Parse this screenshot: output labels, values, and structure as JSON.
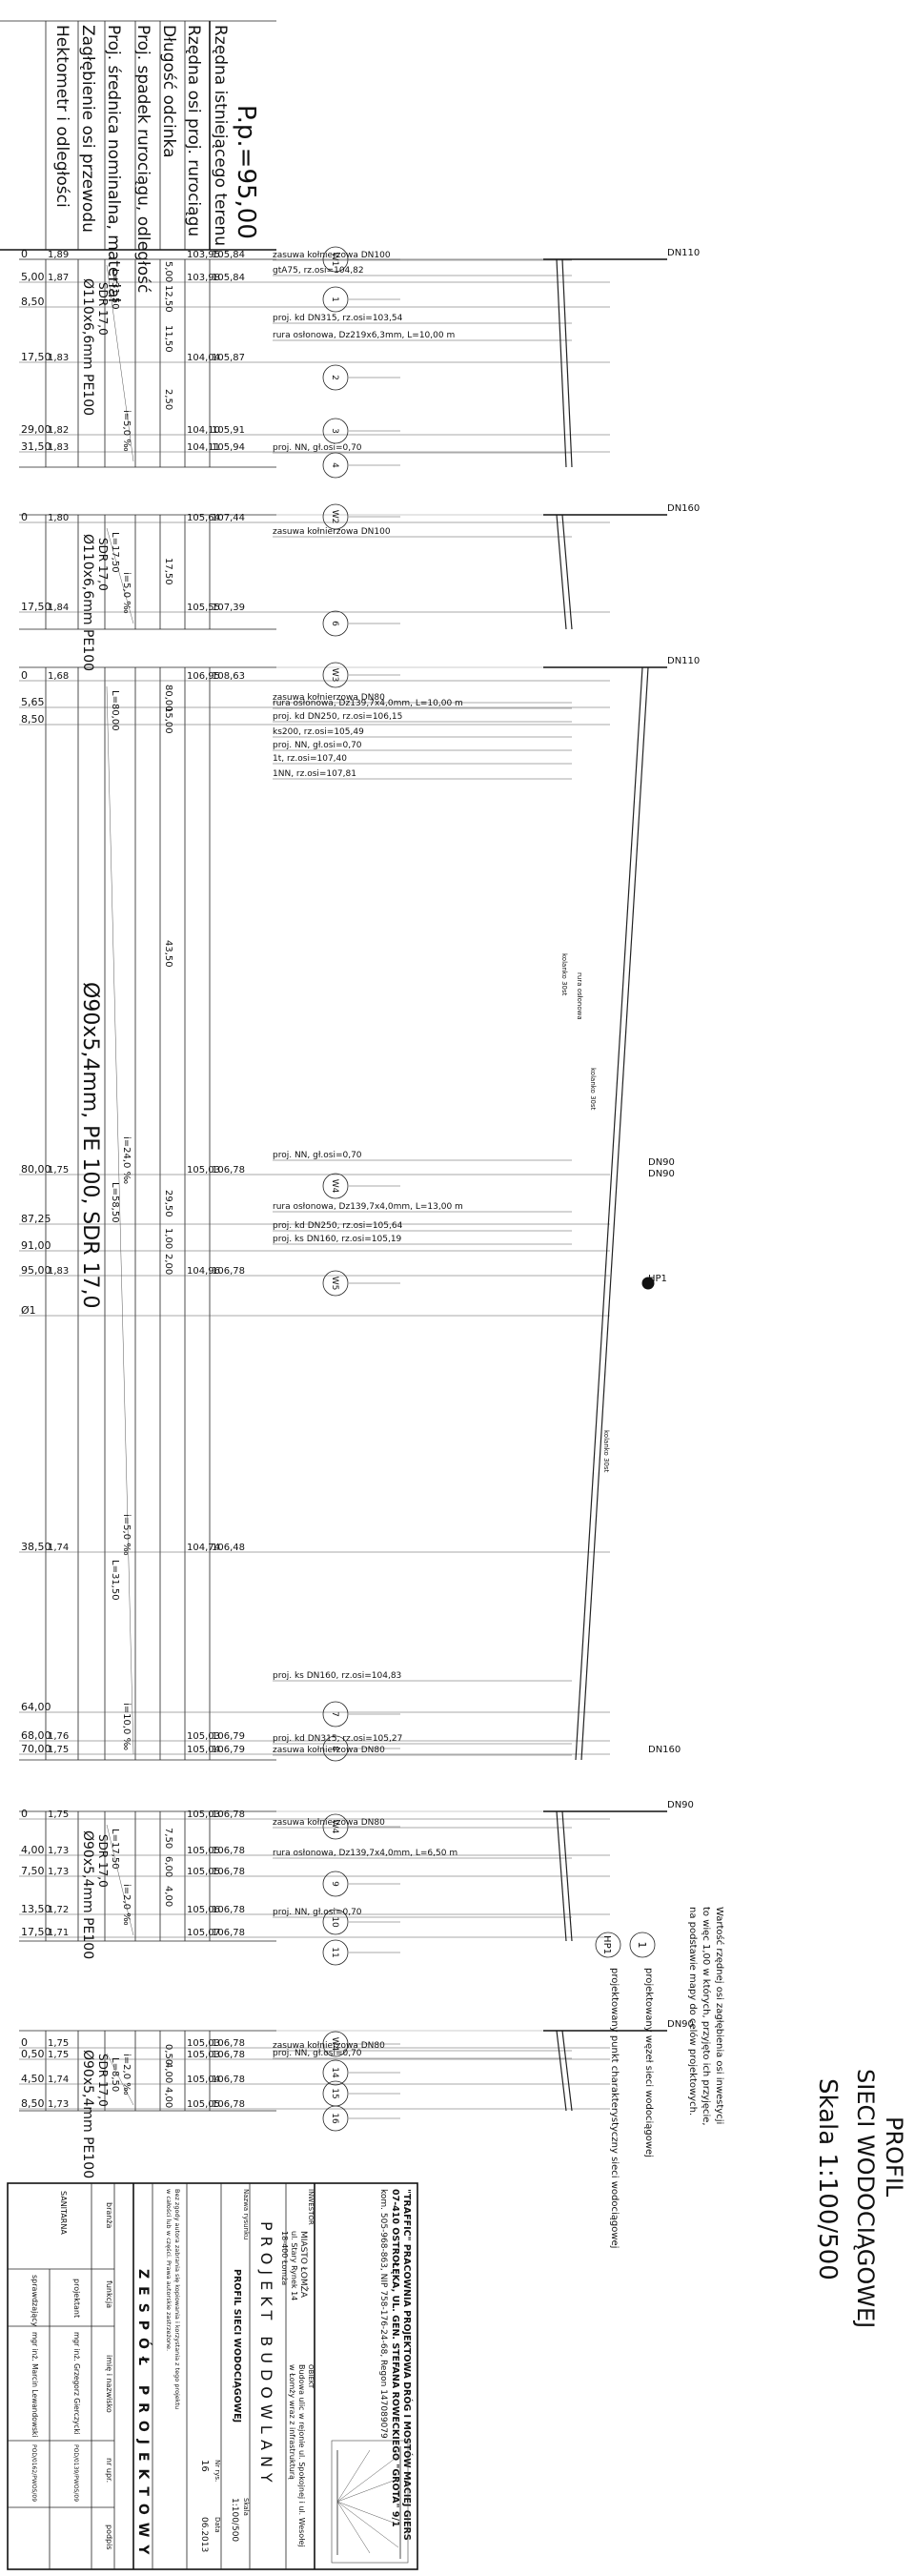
{
  "legend_labels": [
    "Rzędna istniejącego terenu",
    "Rzędna osi proj. rurociągu",
    "Długość odcinka",
    "Proj. spadek rurociągu, odległość",
    "Proj. średnica nominalna, materiał",
    "Zagłębienie osi przewodu",
    "Hektometr i odległości"
  ],
  "datum": "P.p.=95,00",
  "title": {
    "line1": "PROFIL",
    "line2": "SIECI WODOCIĄGOWEJ",
    "scale": "Skala 1:100/500"
  },
  "note": [
    "Wartość rzędnej osi zagłębienia osi inwestycji",
    "to więc 1,00 w których, przyjęto ich przyjęcie,",
    "na podstawie mapy do celów projektowych."
  ],
  "symbols": [
    {
      "mark": "1",
      "text": "projektowany węzeł sieci wodociągowej"
    },
    {
      "mark": "HP1",
      "text": "projektowany punkt charakterystyczny sieci wodociągowej"
    }
  ],
  "segments": [
    {
      "top_label": "DN110",
      "stations": [
        "0",
        "5,00",
        "8,50",
        "17,50",
        "29,00",
        "31,50"
      ],
      "depth": [
        "1,89",
        "1,87",
        "",
        "1,83",
        "1,82",
        "1,83"
      ],
      "axis": [
        "103,95",
        "103,98",
        "",
        "104,04",
        "104,10",
        "104,11"
      ],
      "terrain": [
        "105,84",
        "105,84",
        "",
        "105,87",
        "105,91",
        "105,94"
      ],
      "lengths": [
        "5,00",
        "12,50",
        "11,50",
        "2,50"
      ],
      "slope": "L=31,50",
      "slope2": "i=5,0 ‰",
      "diameter": "Ø110x6,6mm PE100",
      "sdr": "SDR 17,0",
      "nodes": [
        "W1",
        "1",
        "2",
        "3",
        "4"
      ],
      "annotations": [
        "zasuwa kołnierzowa DN100",
        "gtA75, rz.osi=104,82",
        "proj. kd DN315, rz.osi=103,54",
        "rura osłonowa, Dz219x6,3mm, L=10,00 m",
        "proj. NN, gł.osi=0,70"
      ]
    },
    {
      "top_label": "DN160",
      "stations": [
        "0",
        "17,50"
      ],
      "depth": [
        "1,80",
        "1,84"
      ],
      "axis": [
        "105,64",
        "105,55"
      ],
      "terrain": [
        "107,44",
        "107,39"
      ],
      "lengths": [
        "17,50"
      ],
      "slope": "L=17,50",
      "slope2": "i=5,0 ‰",
      "diameter": "Ø110x6,6mm PE100",
      "sdr": "SDR 17,0",
      "nodes": [
        "W2",
        "6"
      ],
      "annotations": [
        "zasuwa kołnierzowa DN100"
      ]
    },
    {
      "top_label": "DN110",
      "stations": [
        "0",
        "5,65",
        "8,50",
        "80,00",
        "87,25",
        "91,00",
        "95,00",
        "Ø1",
        "38,50",
        "64,00",
        "68,00",
        "70,00"
      ],
      "depth": [
        "1,68",
        "",
        "",
        "1,75",
        "",
        "",
        "1,83",
        "",
        "1,74",
        "",
        "1,76",
        "1,75"
      ],
      "axis": [
        "106,95",
        "",
        "",
        "105,03",
        "",
        "",
        "104,96",
        "",
        "104,74",
        "",
        "105,03",
        "105,04"
      ],
      "terrain": [
        "108,63",
        "",
        "",
        "106,78",
        "",
        "",
        "106,78",
        "",
        "106,48",
        "",
        "106,79",
        "106,79"
      ],
      "lengths": [
        "80,00",
        "15,00",
        "43,50",
        "29,50",
        "1,00",
        "2,00"
      ],
      "slope": "L=80,00",
      "slope_b": "L=58,50",
      "slope_c": "L=31,50",
      "i1": "i=24,0 ‰",
      "i2": "i=5,0 ‰",
      "i3": "i=10,0 ‰",
      "diameter": "Ø90x5,4mm, PE 100, SDR 17,0",
      "nodes": [
        "W3",
        "W4",
        "W5",
        "7",
        "8"
      ],
      "annotations": [
        "zasuwa kołnierzowa DN80",
        "rura osłonowa, Dz139,7x4,0mm, L=10,00 m",
        "proj. kd DN250, rz.osi=106,15",
        "ks200, rz.osi=105,49",
        "proj. NN, gł.osi=0,70",
        "1t, rz.osi=107,40",
        "1NN, rz.osi=107,81",
        "proj. NN, gł.osi=0,70",
        "rura osłonowa, Dz139,7x4,0mm, L=13,00 m",
        "proj. kd DN250, rz.osi=105,64",
        "proj. ks DN160, rz.osi=105,19",
        "proj. ks DN160, rz.osi=104,83",
        "proj. kd DN315, rz.osi=105,27",
        "zasuwa kołnierzowa DN80"
      ],
      "right_labels": [
        "DN90",
        "DN90",
        "HP1",
        "DN160"
      ],
      "vert_labels": [
        "kolanko 30st",
        "rura osłonowa",
        "kolanko 30st",
        "kolanko 30st"
      ]
    },
    {
      "top_label": "DN90",
      "stations": [
        "0",
        "4,00",
        "7,50",
        "13,50",
        "17,50"
      ],
      "depth": [
        "1,75",
        "1,73",
        "1,73",
        "1,72",
        "1,71"
      ],
      "axis": [
        "105,03",
        "105,05",
        "105,05",
        "105,06",
        "105,07"
      ],
      "terrain": [
        "106,78",
        "106,78",
        "106,78",
        "106,78",
        "106,78"
      ],
      "lengths": [
        "7,50",
        "6,00",
        "4,00"
      ],
      "slope": "L=17,50",
      "slope2": "i=2,0 ‰",
      "diameter": "Ø90x5,4mm PE100",
      "sdr": "SDR 17,0",
      "nodes": [
        "W4",
        "9",
        "10",
        "11"
      ],
      "annotations": [
        "zasuwa kołnierzowa DN80",
        "rura osłonowa, Dz139,7x4,0mm, L=6,50 m",
        "proj. NN, gł.osi=0,70"
      ]
    },
    {
      "top_label": "DN90",
      "stations": [
        "0",
        "0,50",
        "4,50",
        "8,50"
      ],
      "depth": [
        "1,75",
        "1,75",
        "1,74",
        "1,73"
      ],
      "axis": [
        "105,03",
        "105,03",
        "105,04",
        "105,05"
      ],
      "terrain": [
        "106,78",
        "106,78",
        "106,78",
        "106,78"
      ],
      "lengths": [
        "0,50",
        "4,00",
        "4,00"
      ],
      "slope": "L=8,50",
      "slope2": "i=2,0 ‰",
      "diameter": "Ø90x5,4mm PE100",
      "sdr": "SDR 17,0",
      "nodes": [
        "W4",
        "14",
        "15",
        "16"
      ],
      "annotations": [
        "zasuwa kołnierzowa DN80",
        "proj. NN, gł.osi=0,70"
      ]
    }
  ],
  "titleblock": {
    "company": [
      "\"TRAFFIC\" PRACOWNIA PROJEKTOWA DRÓG I MOSTÓW MACIEJ GIERS",
      "07-410 OSTROŁĘKA, UL. GEN. STEFANA ROWECKIEGO \"GROTA\" 9/1",
      "kom. 505-968-863, NIP 758-176-24-68, Regon 147089079"
    ],
    "investor_label": "INWESTOR",
    "investor": [
      "MIASTO ŁOMŻA",
      "ul. Stary Rynek 14",
      "18-400 Łomża"
    ],
    "object_label": "OBIEKT",
    "object": [
      "Budowa ulic w rejonie ul. Spokojnej i ul. Wesołej",
      "w Łomży wraz z infrastrukturą"
    ],
    "stage": "PROJEKT BUDOWLANY",
    "drawing_label": "Nazwa rysunku",
    "drawing": "PROFIL SIECI WODOCIĄGOWEJ",
    "scale_label": "Skala",
    "scale": "1:100/500",
    "number_label": "Nr rys.",
    "number": "16",
    "date_label": "Data",
    "date": "06.2013",
    "copyright": [
      "Bez zgody autora zabrania się kopiowania i korzystania z tego projektu",
      "w całości lub w części. Prawa autorskie zastrzeżone."
    ],
    "team_title": "ZESPÓŁ PROJEKTOWY",
    "team_header": [
      "branża",
      "funkcja",
      "imię i nazwisko",
      "nr upr.",
      "podpis"
    ],
    "team_branch": "SANITARNA",
    "team_rows": [
      {
        "role": "projektant",
        "name": "mgr inż. Grzegorz Gierczycki",
        "perm": "POD/0139/PWOS/09"
      },
      {
        "role": "sprawdzający",
        "name": "mgr inż. Marcin Lewandowski",
        "perm": "POD/0162/PWOS/09"
      }
    ]
  }
}
